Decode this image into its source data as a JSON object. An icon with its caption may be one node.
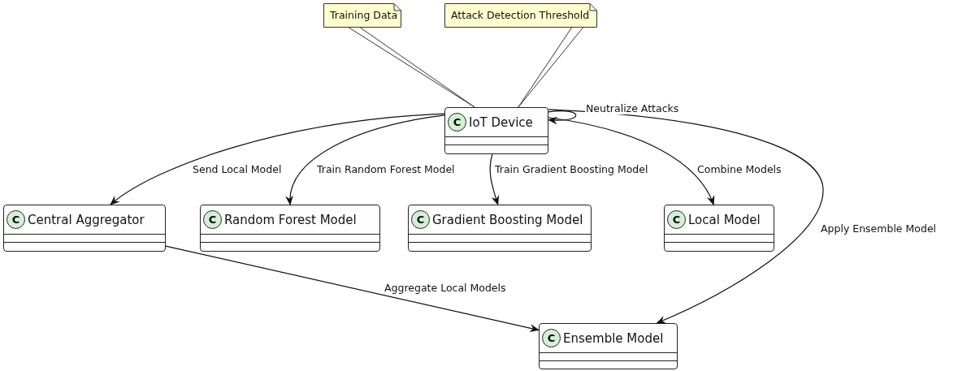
{
  "diagram": {
    "nodes": [
      {
        "text": [
          "Training Data"
        ]
      },
      {
        "text": [
          "Attack Detection Threshold"
        ]
      },
      {
        "text": [
          "C",
          "IoT Device"
        ]
      },
      {
        "text": [
          "C",
          "Central Aggregator"
        ]
      },
      {
        "text": [
          "C",
          "Random Forest Model"
        ]
      },
      {
        "text": [
          "C",
          "Gradient Boosting Model"
        ]
      },
      {
        "text": [
          "C",
          "Local Model"
        ]
      },
      {
        "text": [
          "C",
          "Ensemble Model"
        ]
      }
    ],
    "edges": [
      {
        "from": 0,
        "to": 2,
        "arrow": "none"
      },
      {
        "from": 1,
        "to": 2,
        "arrow": "none"
      },
      {
        "from": 2,
        "to": 2,
        "arrow": "to",
        "label": "Neutralize Attacks"
      },
      {
        "from": 2,
        "to": 3,
        "arrow": "to",
        "label": "Send Local Model"
      },
      {
        "from": 2,
        "to": 4,
        "arrow": "to",
        "label": "Train Random Forest Model"
      },
      {
        "from": 2,
        "to": 5,
        "arrow": "to",
        "label": "Train Gradient Boosting Model"
      },
      {
        "from": 2,
        "to": 6,
        "arrow": "to",
        "label": "Combine Models"
      },
      {
        "from": 2,
        "to": 7,
        "arrow": "to",
        "label": "Apply Ensemble Model"
      },
      {
        "from": 3,
        "to": 7,
        "arrow": "to",
        "label": "Aggregate Local Models"
      }
    ]
  }
}
